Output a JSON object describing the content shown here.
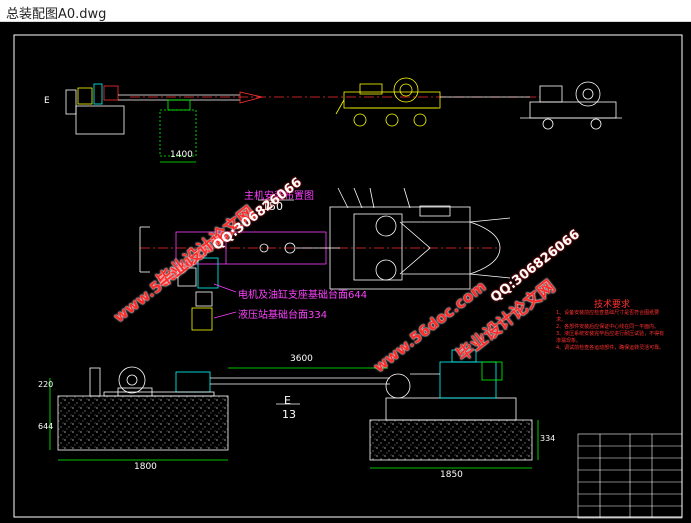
{
  "window": {
    "title": "总装配图A0.dwg"
  },
  "drawing": {
    "dims": {
      "top_width": "1400",
      "span_length": "3600",
      "left_base_width": "1800",
      "right_base_width": "1850",
      "left_height_a": "220",
      "left_height_b": "644",
      "right_height": "334"
    },
    "section_marks": {
      "top_left": "E",
      "view_top": "E",
      "view_bottom": "13",
      "section_label": "150"
    },
    "magenta_notes": {
      "top": "主机安装布置图",
      "left_note_1": "电机及油缸支座基础台面644",
      "left_note_2": "液压站基础台面334"
    },
    "tech_requirements": {
      "title": "技术要求",
      "items": [
        "1、设备安装前应检查基础尺寸是否符合图纸要求。",
        "2、各部件安装后应保证中心线在同一平面内。",
        "3、液压系统安装完毕后应进行耐压试验，不得有渗漏现象。",
        "4、调试前检查各运动部件，确保运转灵活可靠。"
      ]
    },
    "colors": {
      "background": "#000000",
      "cad_white": "#ffffff",
      "cad_yellow": "#ffff00",
      "cad_green": "#00ff00",
      "cad_magenta": "#ff40ff",
      "cad_cyan": "#00ffff",
      "cad_red": "#ff3030"
    }
  },
  "watermarks": {
    "site": "www.56doc.com",
    "qq": "QQ:306826066",
    "brand": "毕业设计论文网"
  }
}
